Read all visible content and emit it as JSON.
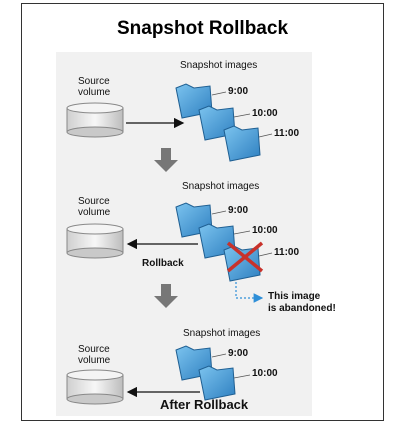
{
  "title": "Snapshot Rollback",
  "sections": [
    {
      "source_label_1": "Source",
      "source_label_2": "volume",
      "snapshot_label": "Snapshot images",
      "times": [
        "9:00",
        "10:00",
        "11:00"
      ]
    },
    {
      "source_label_1": "Source",
      "source_label_2": "volume",
      "snapshot_label": "Snapshot images",
      "times": [
        "9:00",
        "10:00",
        "11:00"
      ],
      "rollback_label": "Rollback",
      "abandoned_line_1": "This image",
      "abandoned_line_2": "is abandoned!"
    },
    {
      "source_label_1": "Source",
      "source_label_2": "volume",
      "snapshot_label": "Snapshot images",
      "times": [
        "9:00",
        "10:00"
      ]
    }
  ],
  "footer": "After Rollback",
  "colors": {
    "folder": "#4a9fd6",
    "folder_dark": "#2a6fa8",
    "arrow_down": "#777777",
    "cross": "#c8322b",
    "dotted_arrow": "#2f8fd8",
    "panel": "#f1f1f1"
  },
  "icons": [
    "folder-icon",
    "disk-icon",
    "down-arrow-icon",
    "red-x-icon"
  ]
}
